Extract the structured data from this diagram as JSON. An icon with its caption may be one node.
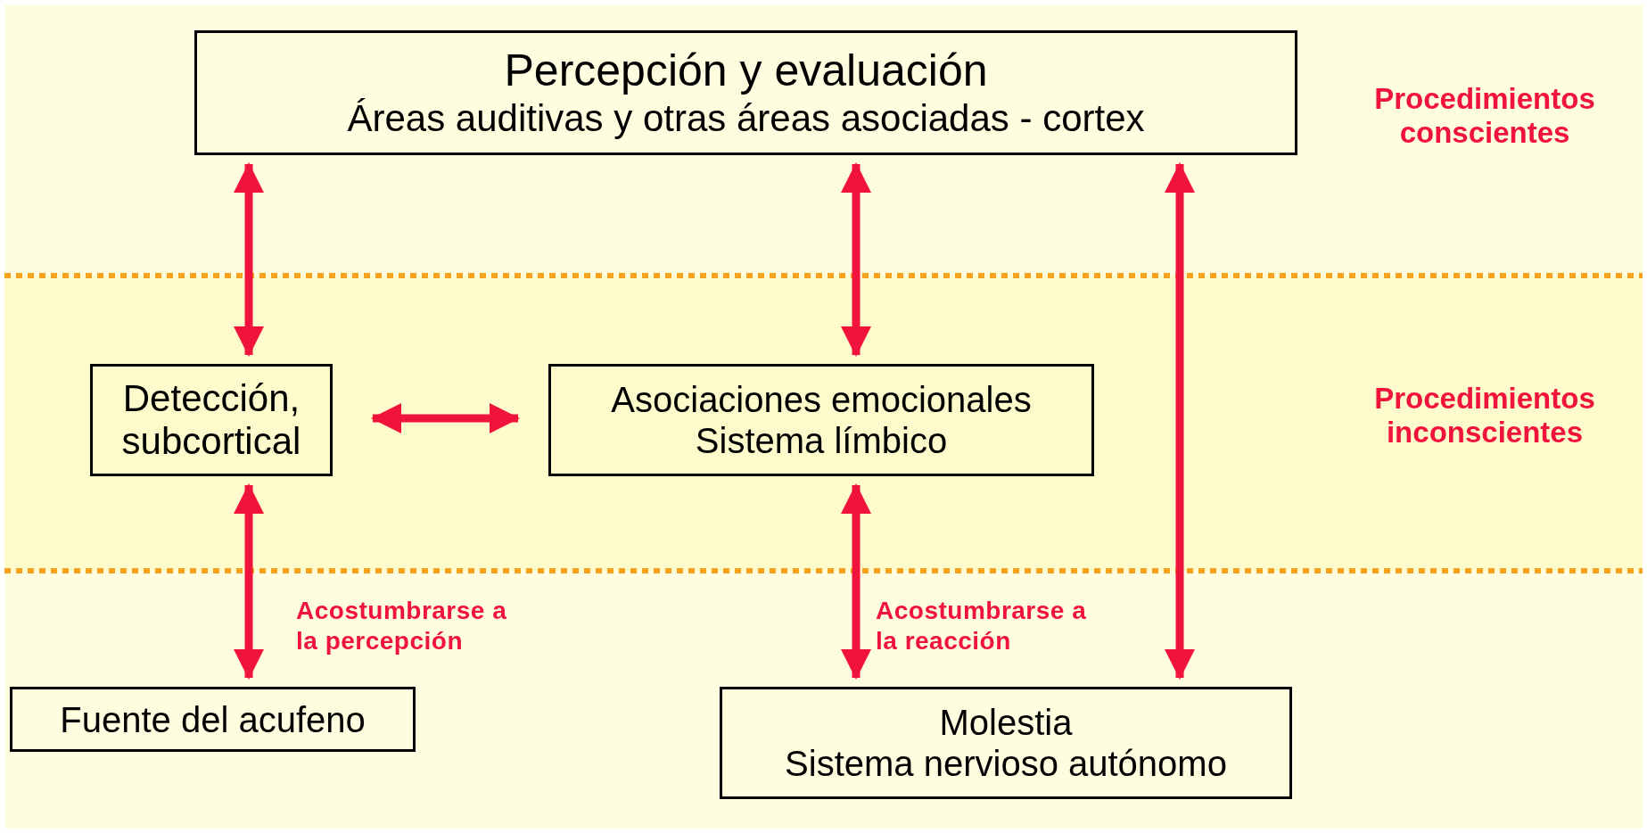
{
  "diagram": {
    "nodes": [
      {
        "text": [
          "Percepción y evaluación",
          "Áreas auditivas y otras áreas asociadas - cortex"
        ]
      },
      {
        "text": [
          "Detección, subcortical"
        ]
      },
      {
        "text": [
          "Asociaciones emocionales",
          "Sistema límbico"
        ]
      },
      {
        "text": [
          "Fuente del acufeno"
        ]
      },
      {
        "text": [
          "Molestia",
          "Sistema nervioso autónomo"
        ]
      }
    ],
    "edges": [
      {
        "from": 0,
        "to": 1,
        "arrow": "both"
      },
      {
        "from": 0,
        "to": 2,
        "arrow": "both"
      },
      {
        "from": 0,
        "to": 4,
        "arrow": "both"
      },
      {
        "from": 1,
        "to": 2,
        "arrow": "both"
      },
      {
        "from": 1,
        "to": 3,
        "arrow": "both",
        "label": "Acostumbrarse a la percepción"
      },
      {
        "from": 2,
        "to": 4,
        "arrow": "both",
        "label": "Acostumbrarse a la reacción"
      }
    ],
    "labels": [
      "Procedimientos conscientes",
      "Procedimientos inconscientes"
    ]
  }
}
